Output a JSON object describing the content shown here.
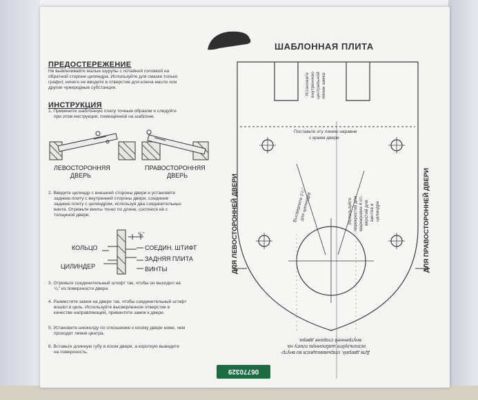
{
  "warning": {
    "title": "ПРЕДОСТЕРЕЖЕНИЕ",
    "lines": [
      "Не вывинчивайте малые шурупы с потайной головкой на",
      "обратной стороне цилиндра. Используйте для смазки только",
      "графит, ничего не вводите в отверстие для ключа масло или",
      "другие чужеродные субстанции."
    ]
  },
  "instructions": {
    "title": "ИНСТРУКЦИЯ",
    "step1": [
      "1. Примените шаблонную плату точным образом и следуйте",
      "при этом инструкции, помещённой на шаблоне."
    ],
    "left_door": [
      "ЛЕВОСТОРОННЯЯ",
      "ДВЕРЬ"
    ],
    "right_door": [
      "ПРАВОСТОРОННЯЯ",
      "ДВЕРЬ"
    ],
    "step2": [
      "2. Введите цилиндр с внешней стороны двери и установите",
      "заднюю плиту с внутренней стороны двери, соединив",
      "заднюю плиту с цилиндром, используя два соединительных",
      "винта. Отрежьте винты точно по длине, соотнеся её с",
      "толщиной двери."
    ],
    "dim_label": "¹/₈\"",
    "part_labels": {
      "ring": "КОЛЬЦО",
      "pin": "СОЕДИН. ШТИФТ",
      "cylinder": "ЦИЛИНДЕР",
      "back_plate": "ЗАДНЯЯ ПЛИТА",
      "screws": "ВИНТЫ"
    },
    "step3": [
      "3. Отрежьте соединительный штифт так, чтобы он выходил на",
      "¹/₈\" из поверхности двери."
    ],
    "step4": [
      "4. Разместите замок на двери так, чтобы соединительный штифт",
      "вошёл в цель. Используйте высверленное отверстие в",
      "качестве направляющей, привинтите замок к двери."
    ],
    "step5": [
      "5. Установите шкоколду по отношению к косяку двери ниже, чем",
      "проходит линия центра."
    ],
    "step6": [
      "6. Вставьте длинную губу в косяк двери, а короткую выведите",
      "на поверхность."
    ]
  },
  "template": {
    "title": "ШАБЛОННАЯ ПЛИТА",
    "center_line_note": [
      "Установите",
      "внутреннюю",
      "центральной",
      "линии замка"
    ],
    "edge_note": [
      "Поставьте эту линию наравне",
      "с краем двери"
    ],
    "left_door_label": "ДЛЯ ЛЕВОСТОРОННЕЙ ДВЕРИ",
    "right_door_label": "ДЛЯ ПРАВОСТОРОННЕЙ ДВЕРИ",
    "drill_note": [
      "Высверлите 1¹/₂\"",
      "для цилиндра"
    ],
    "screw_note": [
      "Используйте",
      "перекрестия для",
      "маркировки 4 от-",
      "верстий для",
      "винтов и",
      "цилиндра"
    ],
    "bottom_note": [
      "Для дверей, открывающихся во внутр-",
      "используйте шаблонную плиту на",
      "внутренней стороне двери."
    ]
  },
  "barcode": {
    "text": "06770329"
  }
}
